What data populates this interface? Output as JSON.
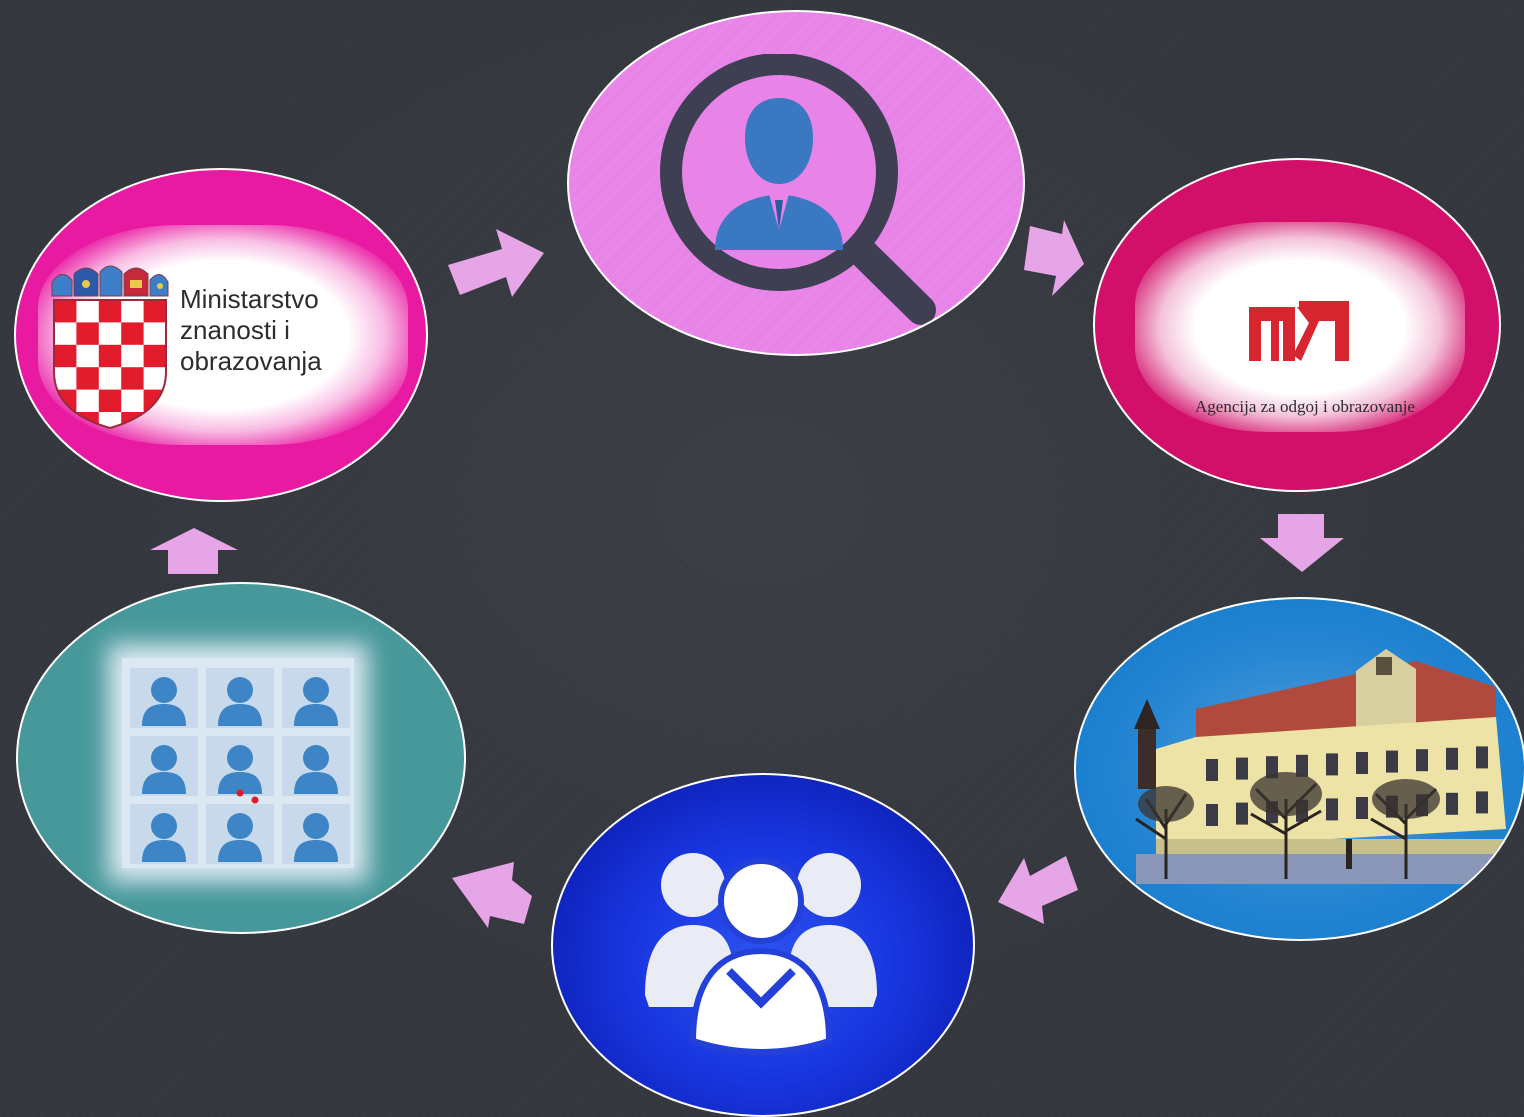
{
  "diagram": {
    "nodes": [
      {
        "id": "ministry",
        "label_lines": [
          "Ministarstvo",
          "znanosti i",
          "obrazovanja"
        ]
      },
      {
        "id": "search",
        "icon": "person-search-icon"
      },
      {
        "id": "agency",
        "label": "Agencija za odgoj i obrazovanje",
        "icon": "aoo-logo"
      },
      {
        "id": "school",
        "icon": "school-building-image"
      },
      {
        "id": "group",
        "icon": "people-group-icon"
      },
      {
        "id": "photos",
        "icon": "portrait-grid-icon"
      }
    ],
    "edges": [
      {
        "from": "ministry",
        "to": "search"
      },
      {
        "from": "search",
        "to": "agency"
      },
      {
        "from": "agency",
        "to": "school"
      },
      {
        "from": "school",
        "to": "group"
      },
      {
        "from": "group",
        "to": "photos"
      },
      {
        "from": "photos",
        "to": "ministry"
      }
    ]
  },
  "colors": {
    "background": "#34373d",
    "arrow": "#e6a5e6",
    "ministry": "#e91aa2",
    "search": "#e883e8",
    "agency": "#d2106a",
    "school": "#1a7fd0",
    "group": "#1836e0",
    "photos": "#46989a"
  }
}
